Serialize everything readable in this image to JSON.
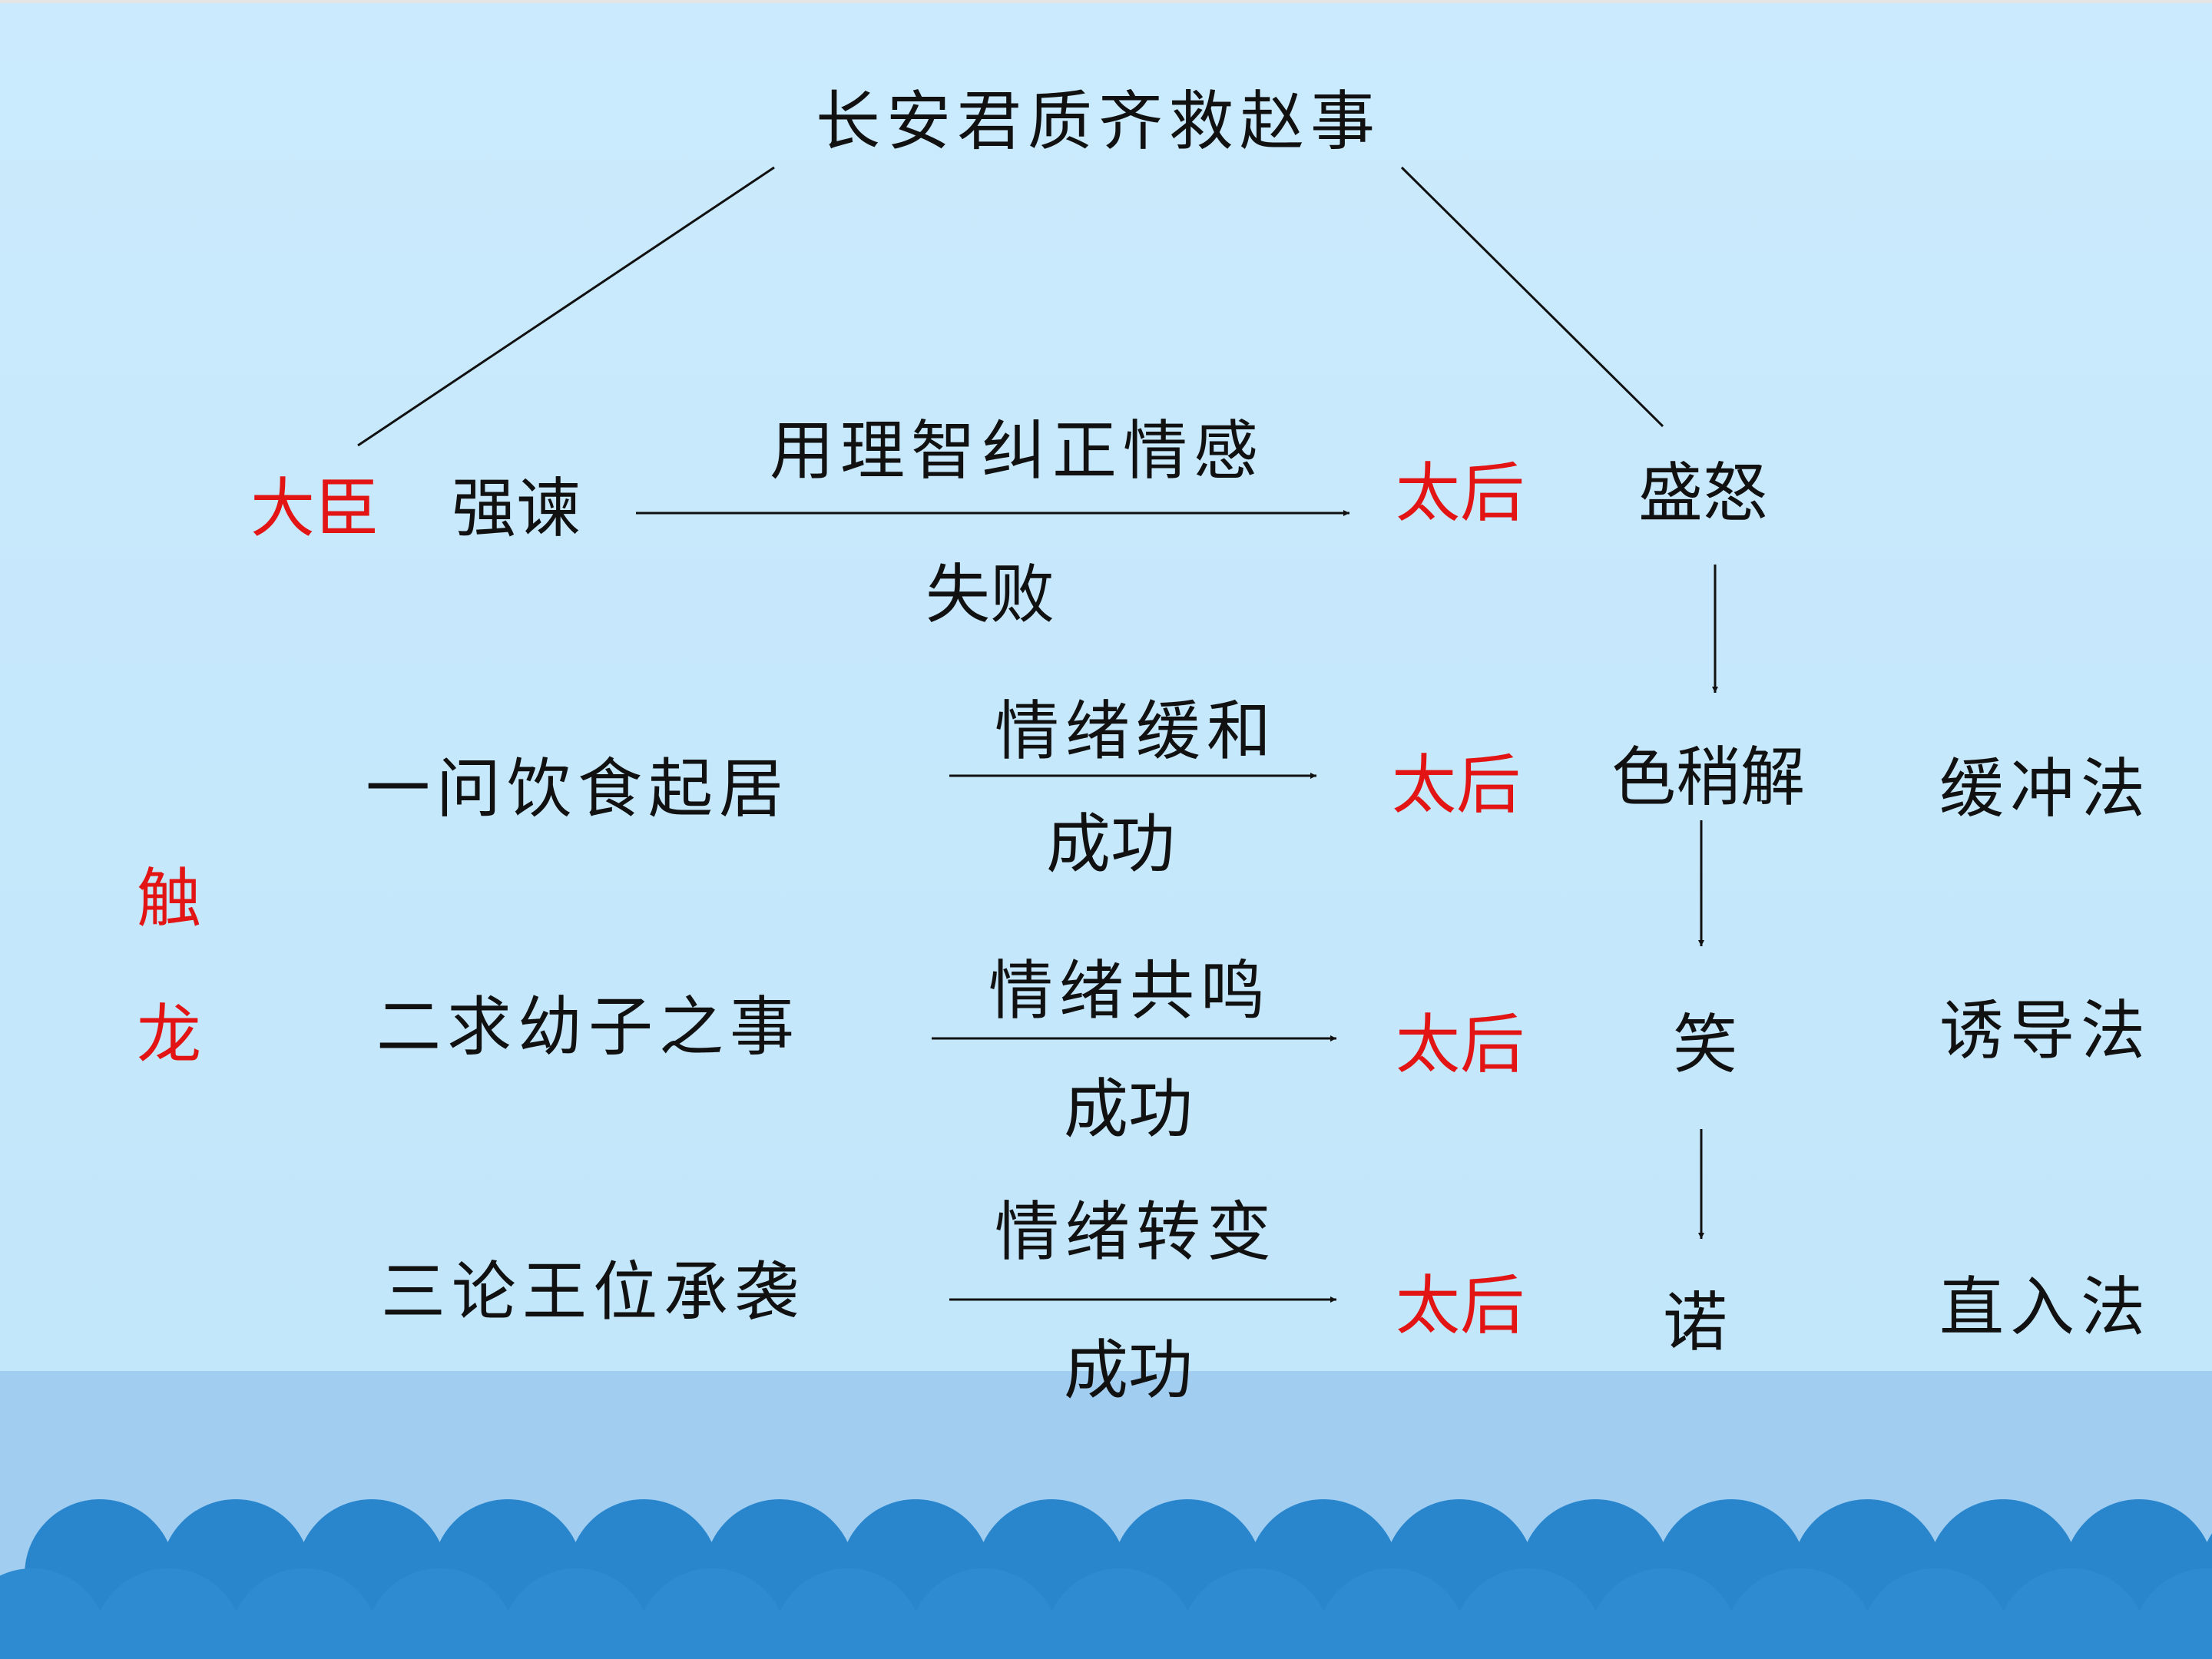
{
  "colors": {
    "background": "#c6e8fb",
    "lower_band": "#a1cdf0",
    "wave_back": "#2a86cc",
    "wave_front": "#2e8bd2",
    "text": "#111111",
    "highlight": "#e31414",
    "line": "#111111"
  },
  "title": "长安君质齐救赵事",
  "side_label": [
    "触",
    "龙"
  ],
  "nodes": {
    "minister": "大臣",
    "remonstrate": "强谏",
    "empress_1": "太后",
    "empress_2": "太后",
    "empress_3": "太后",
    "empress_4": "太后",
    "state_anger": "盛怒",
    "state_ease": "色稍解",
    "state_laugh": "笑",
    "state_agree": "诺"
  },
  "steps": {
    "step_1": "一问饮食起居",
    "step_2": "二求幼子之事",
    "step_3": "三论王位承袭"
  },
  "edges": {
    "e0_top": "用理智纠正情感",
    "e0_bottom": "失败",
    "e1_top": "情绪缓和",
    "e1_bottom": "成功",
    "e2_top": "情绪共鸣",
    "e2_bottom": "成功",
    "e3_top": "情绪转变",
    "e3_bottom": "成功"
  },
  "methods": {
    "m1": "缓冲法",
    "m2": "诱导法",
    "m3": "直入法"
  }
}
